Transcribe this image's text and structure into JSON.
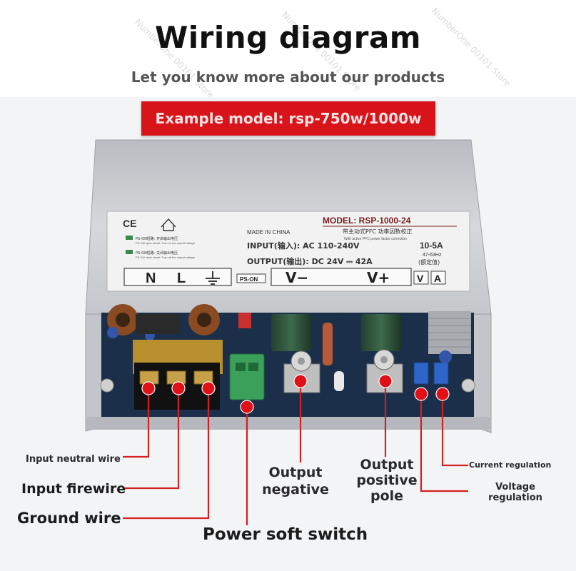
{
  "header": {
    "title": "Wiring diagram",
    "subtitle": "Let you know more about our products",
    "banner": "Example model: rsp-750w/1000w"
  },
  "device": {
    "marks": [
      "CE"
    ],
    "model": "MODEL: RSP-1000-24",
    "made_in": "MADE IN CHINA",
    "pfc_cn": "带主动式PFC 功率因数校正",
    "pfc_en": "With active PFC power factor correction",
    "input_label": "INPUT(输入): AC 110-240V",
    "input_current": "10-5A",
    "input_freq": "47-63Hz",
    "output_label": "OUTPUT(输出): DC 24V ⎓ 42A",
    "output_note": "(额定值)",
    "pson1": "PS-ON短路: 开启输出电压",
    "pson1_en": "PS-ON open circuit: Turn on the output voltage",
    "pson2": "PS-ON短路: 关闭输出电压",
    "pson2_en": "PS-ON short circuit: Turn off the output voltage",
    "terminals": {
      "n": "N",
      "l": "L",
      "pson": "PS-ON",
      "vneg": "V−",
      "vpos": "V+",
      "v": "V",
      "a": "A"
    }
  },
  "labels": {
    "input_neutral": "Input neutral wire",
    "input_fire": "Input firewire",
    "ground": "Ground wire",
    "soft_switch": "Power soft switch",
    "output_negative": "Output negative",
    "output_positive": "Output positive pole",
    "current_regulation": "Current regulation",
    "voltage_regulation": "Voltage regulation"
  },
  "watermark": "NumberOne 00101 Store",
  "colors": {
    "banner": "#d8141b",
    "marker": "#e01016",
    "leader": "#d32020",
    "pcb": "#1b2f4a",
    "chassis": "#cfd2d6"
  }
}
